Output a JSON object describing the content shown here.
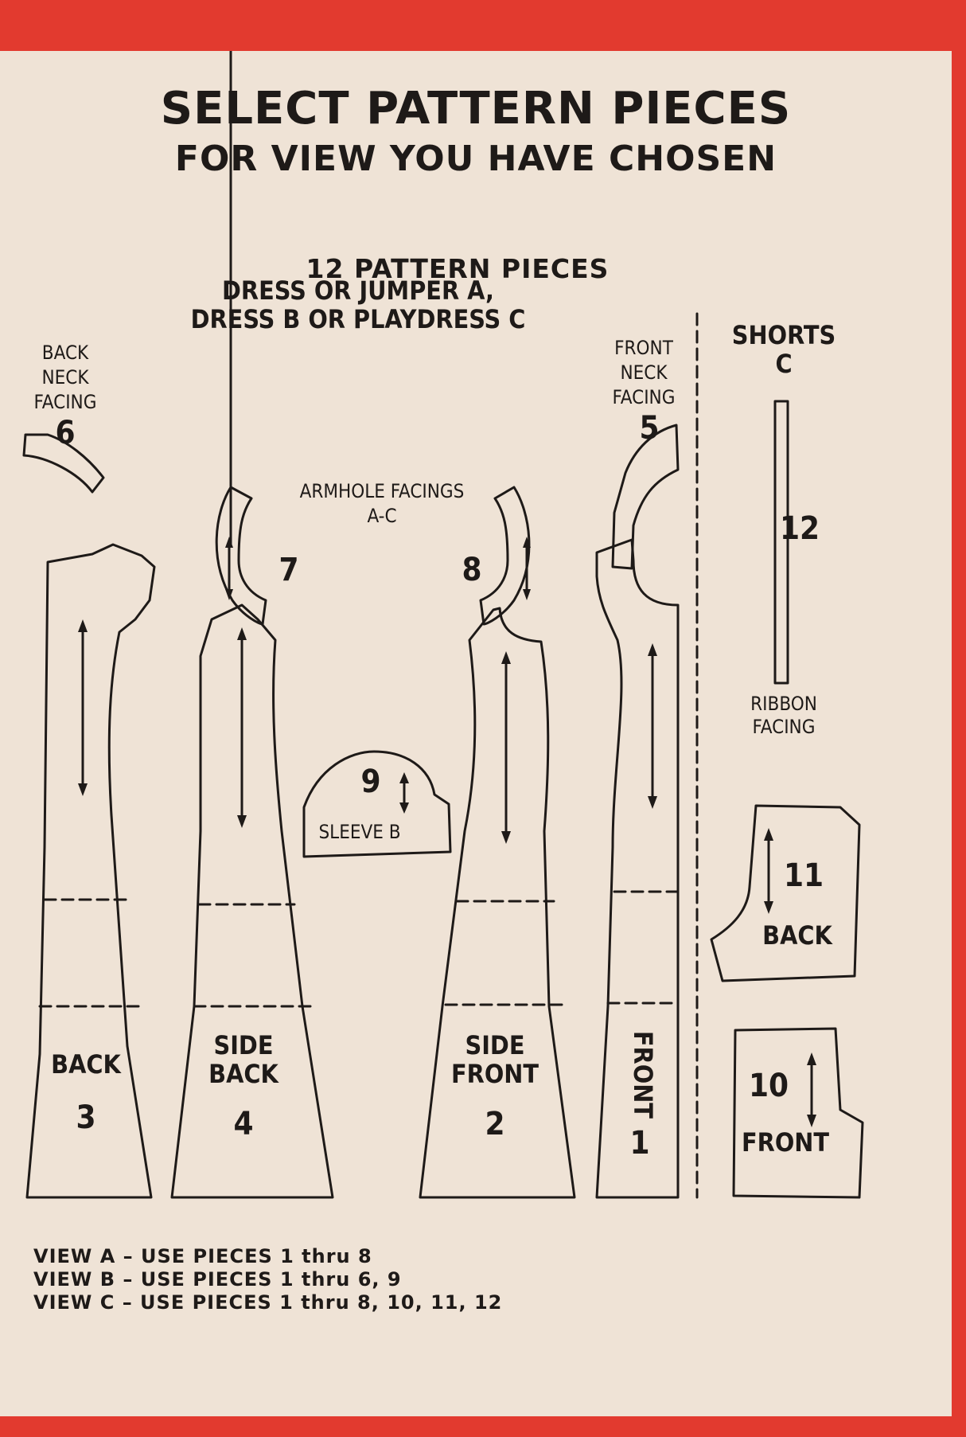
{
  "header": {
    "title": "SELECT PATTERN PIECES",
    "subtitle": "FOR VIEW YOU HAVE CHOSEN",
    "count": "12 PATTERN PIECES"
  },
  "groups": {
    "dress": [
      "DRESS OR JUMPER A,",
      "DRESS B OR PLAYDRESS C"
    ],
    "shorts": [
      "SHORTS",
      "C"
    ]
  },
  "labels": {
    "back_neck_facing": [
      "BACK",
      "NECK",
      "FACING"
    ],
    "front_neck_facing": [
      "FRONT",
      "NECK",
      "FACING"
    ],
    "armhole_facings": [
      "ARMHOLE FACINGS",
      "A-C"
    ],
    "ribbon_facing": [
      "RIBBON",
      "FACING"
    ],
    "sleeve": "SLEEVE B"
  },
  "pieces": [
    {
      "number": "1",
      "name": [
        "FRONT"
      ]
    },
    {
      "number": "2",
      "name": [
        "SIDE",
        "FRONT"
      ]
    },
    {
      "number": "3",
      "name": [
        "BACK"
      ]
    },
    {
      "number": "4",
      "name": [
        "SIDE",
        "BACK"
      ]
    },
    {
      "number": "5",
      "name": []
    },
    {
      "number": "6",
      "name": []
    },
    {
      "number": "7",
      "name": []
    },
    {
      "number": "8",
      "name": []
    },
    {
      "number": "9",
      "name": [
        "SLEEVE B"
      ]
    },
    {
      "number": "10",
      "name": [
        "FRONT"
      ]
    },
    {
      "number": "11",
      "name": [
        "BACK"
      ]
    },
    {
      "number": "12",
      "name": []
    }
  ],
  "views": [
    "VIEW A – USE PIECES 1 thru 8",
    "VIEW B – USE PIECES 1 thru 6, 9",
    "VIEW C – USE PIECES 1 thru 8, 10, 11, 12"
  ],
  "colors": {
    "border": "#e23a2f",
    "paper": "#efe3d6",
    "ink": "#1e1a18"
  }
}
